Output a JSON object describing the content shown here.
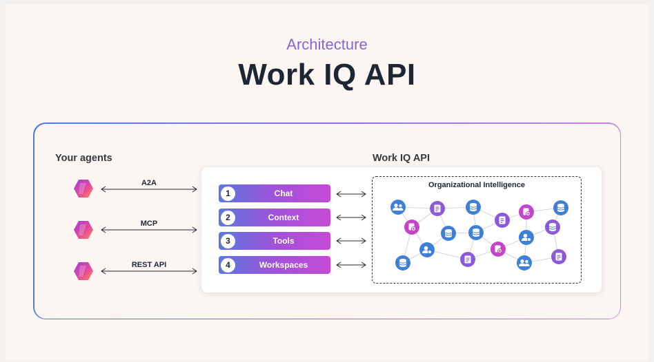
{
  "header": {
    "eyebrow": "Architecture",
    "title": "Work IQ API"
  },
  "agents": {
    "heading": "Your agents",
    "protocols": [
      {
        "label": "A2A"
      },
      {
        "label": "MCP"
      },
      {
        "label": "REST API"
      }
    ]
  },
  "api": {
    "heading": "Work IQ API",
    "items": [
      {
        "number": "1",
        "label": "Chat"
      },
      {
        "number": "2",
        "label": "Context"
      },
      {
        "number": "3",
        "label": "Tools"
      },
      {
        "number": "4",
        "label": "Workspaces"
      }
    ]
  },
  "org_intelligence": {
    "title": "Organizational Intelligence",
    "node_icons": [
      "people-icon",
      "document-icon",
      "database-icon",
      "shared-document-icon",
      "person-settings-icon"
    ]
  },
  "colors": {
    "accent_purple": "#8a63d2",
    "blue": "#3f7fd8",
    "purple": "#8c5ad8",
    "magenta": "#c345c9"
  }
}
